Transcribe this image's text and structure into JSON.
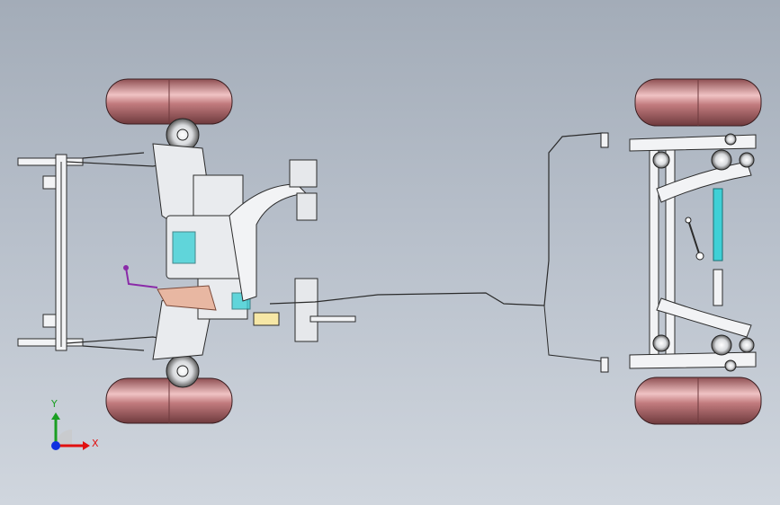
{
  "viewport": {
    "background": "#b7bfca",
    "view": "top"
  },
  "model": {
    "tire_color": "#c27b7e",
    "frame_color": "#f2f3f5",
    "line_color": "#2b2b2b",
    "accent_cyan": "#3fd0d6",
    "accent_magenta": "#8a2aa8",
    "accent_pink": "#e8b7a2"
  },
  "triad": {
    "x_label": "X",
    "y_label": "Y",
    "x_color": "#e11010",
    "y_color": "#1a9e22",
    "z_color": "#1030e0"
  }
}
